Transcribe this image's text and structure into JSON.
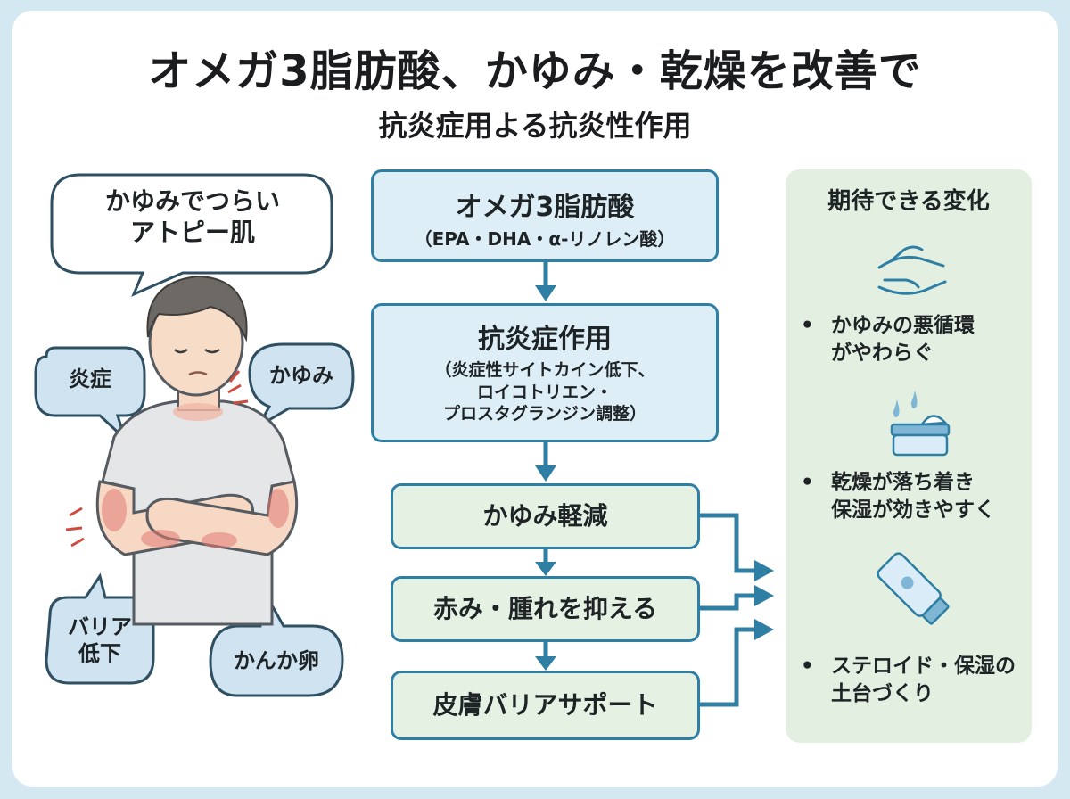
{
  "title": "オメガ3脂肪酸、かゆみ・乾燥を改善で",
  "subtitle": "抗炎症用よる抗炎性作用",
  "left": {
    "speech_line1": "かゆみでつらい",
    "speech_line2": "アトピー肌",
    "symptoms": {
      "inflammation": "炎症",
      "itch": "かゆみ",
      "barrier_line1": "バリア",
      "barrier_line2": "低下",
      "scab": "かんか卵"
    }
  },
  "flow": {
    "omega3_title": "オメガ3脂肪酸",
    "omega3_sub": "（EPA・DHA・α-リノレン酸）",
    "anti_title": "抗炎症作用",
    "anti_sub1": "（炎症性サイトカイン低下、",
    "anti_sub2": "ロイコトリエン・",
    "anti_sub3": "プロスタグランジン調整）",
    "itch_reduce": "かゆみ軽減",
    "redness": "赤み・腫れを抑える",
    "barrier_support": "皮膚バリアサポート"
  },
  "panel": {
    "title": "期待できる変化",
    "effect1_line1": "かゆみの悪循環",
    "effect1_line2": "がやわらぐ",
    "effect2_line1": "乾燥が落ち着き",
    "effect2_line2": "保湿が効きやすく",
    "effect3_line1": "ステロイド・保湿の",
    "effect3_line2": "土台づくり",
    "bullet": "•"
  },
  "colors": {
    "background": "#d4e8f2",
    "card": "#ffffff",
    "accent_blue": "#2f7ea3",
    "box_blue_fill": "#ddeef7",
    "box_green_fill": "#e5f2e3",
    "bubble_fill": "#cfe3f0",
    "panel_fill": "#e3f0e1",
    "rash": "#e27a74"
  },
  "icons": [
    "hands-icon",
    "moisturizer-jar-icon",
    "cream-tube-icon",
    "down-arrow-icon",
    "right-arrow-icon"
  ]
}
